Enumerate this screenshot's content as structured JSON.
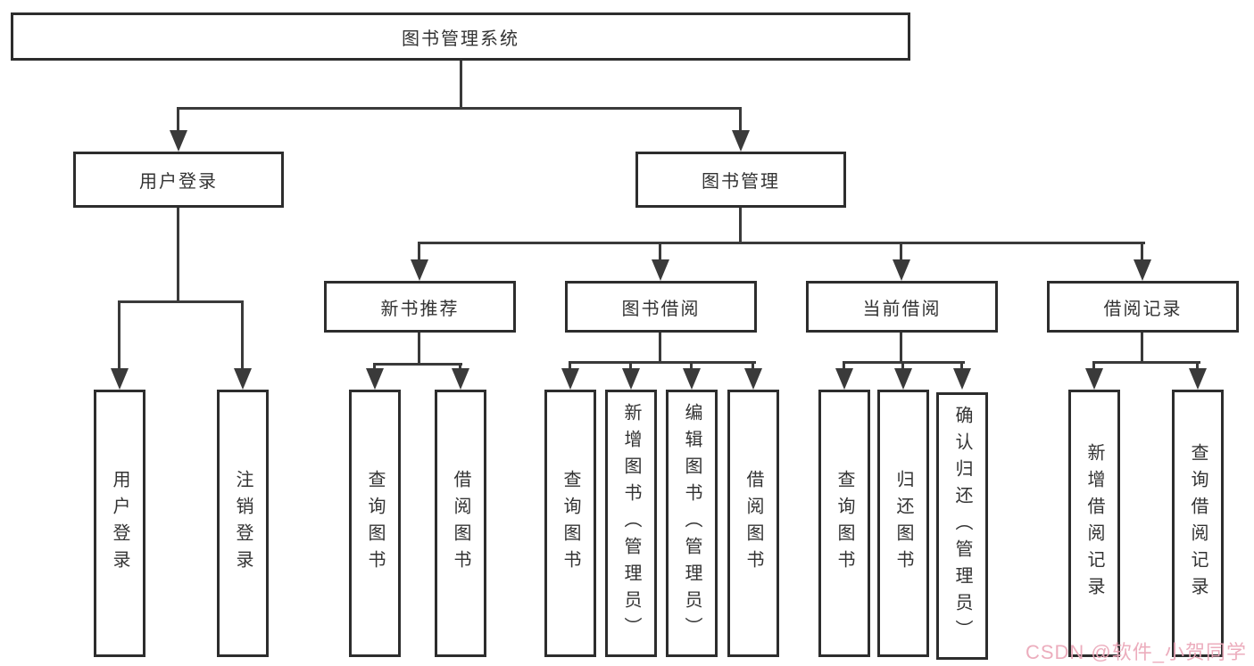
{
  "diagram_type": "hierarchy-tree",
  "colors": {
    "line": "#3a3a3a",
    "border": "#2d2d2d",
    "text": "#333333",
    "background": "#ffffff",
    "watermark": "#eba9ba"
  },
  "tree": {
    "label": "图书管理系统",
    "children": [
      {
        "label": "用户登录",
        "children": [
          {
            "label": "用户登录"
          },
          {
            "label": "注销登录"
          }
        ]
      },
      {
        "label": "图书管理",
        "children": [
          {
            "label": "新书推荐",
            "children": [
              {
                "label": "查询图书"
              },
              {
                "label": "借阅图书"
              }
            ]
          },
          {
            "label": "图书借阅",
            "children": [
              {
                "label": "查询图书"
              },
              {
                "label": "新增图书（管理员）"
              },
              {
                "label": "编辑图书（管理员）"
              },
              {
                "label": "借阅图书"
              }
            ]
          },
          {
            "label": "当前借阅",
            "children": [
              {
                "label": "查询图书"
              },
              {
                "label": "归还图书"
              },
              {
                "label": "确认归还（管理员）"
              }
            ]
          },
          {
            "label": "借阅记录",
            "children": [
              {
                "label": "新增借阅记录"
              },
              {
                "label": "查询借阅记录"
              }
            ]
          }
        ]
      }
    ]
  },
  "watermark": {
    "text": "CSDN @软件_小贺同学"
  }
}
